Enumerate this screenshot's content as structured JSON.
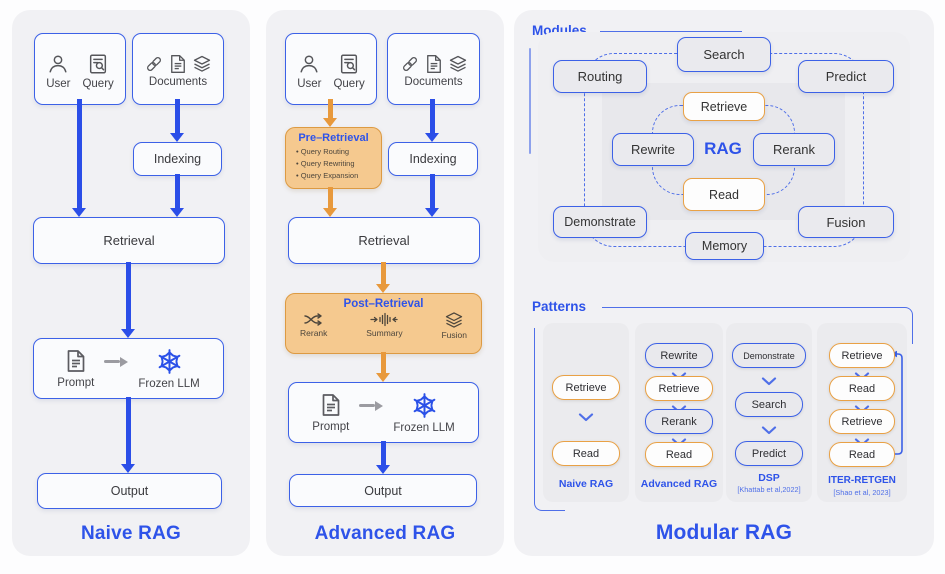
{
  "colors": {
    "accent_blue": "#2e53e9",
    "dashed_blue": "#4f6fe8",
    "accent_orange": "#e8993c",
    "orange_fill": "#f5c98f",
    "panel_bg": "#f1f1f4",
    "subpanel_bg": "#ebebee"
  },
  "icons": {
    "user": "person-outline-icon",
    "query": "document-search-icon",
    "documents": [
      "chain-link-icon",
      "document-icon",
      "layers-stack-icon"
    ],
    "prompt": "document-icon",
    "frozen_llm": "snowflake-icon",
    "rerank": "shuffle-arrows-icon",
    "summary": "compress-bars-icon",
    "fusion": "layers-icon"
  },
  "naive": {
    "title": "Naive RAG",
    "user": "User",
    "query": "Query",
    "documents": "Documents",
    "indexing": "Indexing",
    "retrieval": "Retrieval",
    "prompt": "Prompt",
    "frozen_llm": "Frozen LLM",
    "output": "Output"
  },
  "advanced": {
    "title": "Advanced RAG",
    "user": "User",
    "query": "Query",
    "documents": "Documents",
    "indexing": "Indexing",
    "retrieval": "Retrieval",
    "pre_retrieval": {
      "title": "Pre–Retrieval",
      "items": [
        "Query Routing",
        "Query Rewriting",
        "Query Expansion"
      ]
    },
    "post_retrieval": {
      "title": "Post–Retrieval",
      "items": [
        {
          "label": "Rerank"
        },
        {
          "label": "Summary"
        },
        {
          "label": "Fusion"
        }
      ]
    },
    "prompt": "Prompt",
    "frozen_llm": "Frozen LLM",
    "output": "Output"
  },
  "modular": {
    "title": "Modular RAG",
    "modules": {
      "section_label": "Modules",
      "search": "Search",
      "routing": "Routing",
      "predict": "Predict",
      "retrieve": "Retrieve",
      "rewrite": "Rewrite",
      "rerank": "Rerank",
      "read": "Read",
      "demonstrate": "Demonstrate",
      "memory": "Memory",
      "fusion": "Fusion",
      "center_label": "RAG"
    },
    "patterns": {
      "section_label": "Patterns",
      "columns": [
        {
          "name": "Naive RAG",
          "steps": [
            {
              "label": "Retrieve",
              "style": "orange"
            },
            {
              "label": "Read",
              "style": "orange"
            }
          ]
        },
        {
          "name": "Advanced RAG",
          "steps": [
            {
              "label": "Rewrite",
              "style": "blue"
            },
            {
              "label": "Retrieve",
              "style": "orange"
            },
            {
              "label": "Rerank",
              "style": "blue"
            },
            {
              "label": "Read",
              "style": "orange"
            }
          ]
        },
        {
          "name": "DSP",
          "cite": "[Khattab et al,2022]",
          "steps": [
            {
              "label": "Demonstrate",
              "style": "blue"
            },
            {
              "label": "Search",
              "style": "blue"
            },
            {
              "label": "Predict",
              "style": "blue"
            }
          ]
        },
        {
          "name": "ITER-RETGEN",
          "cite": "[Shao et al, 2023]",
          "steps": [
            {
              "label": "Retrieve",
              "style": "orange"
            },
            {
              "label": "Read",
              "style": "orange"
            },
            {
              "label": "Retrieve",
              "style": "orange"
            },
            {
              "label": "Read",
              "style": "orange"
            }
          ]
        }
      ]
    }
  }
}
